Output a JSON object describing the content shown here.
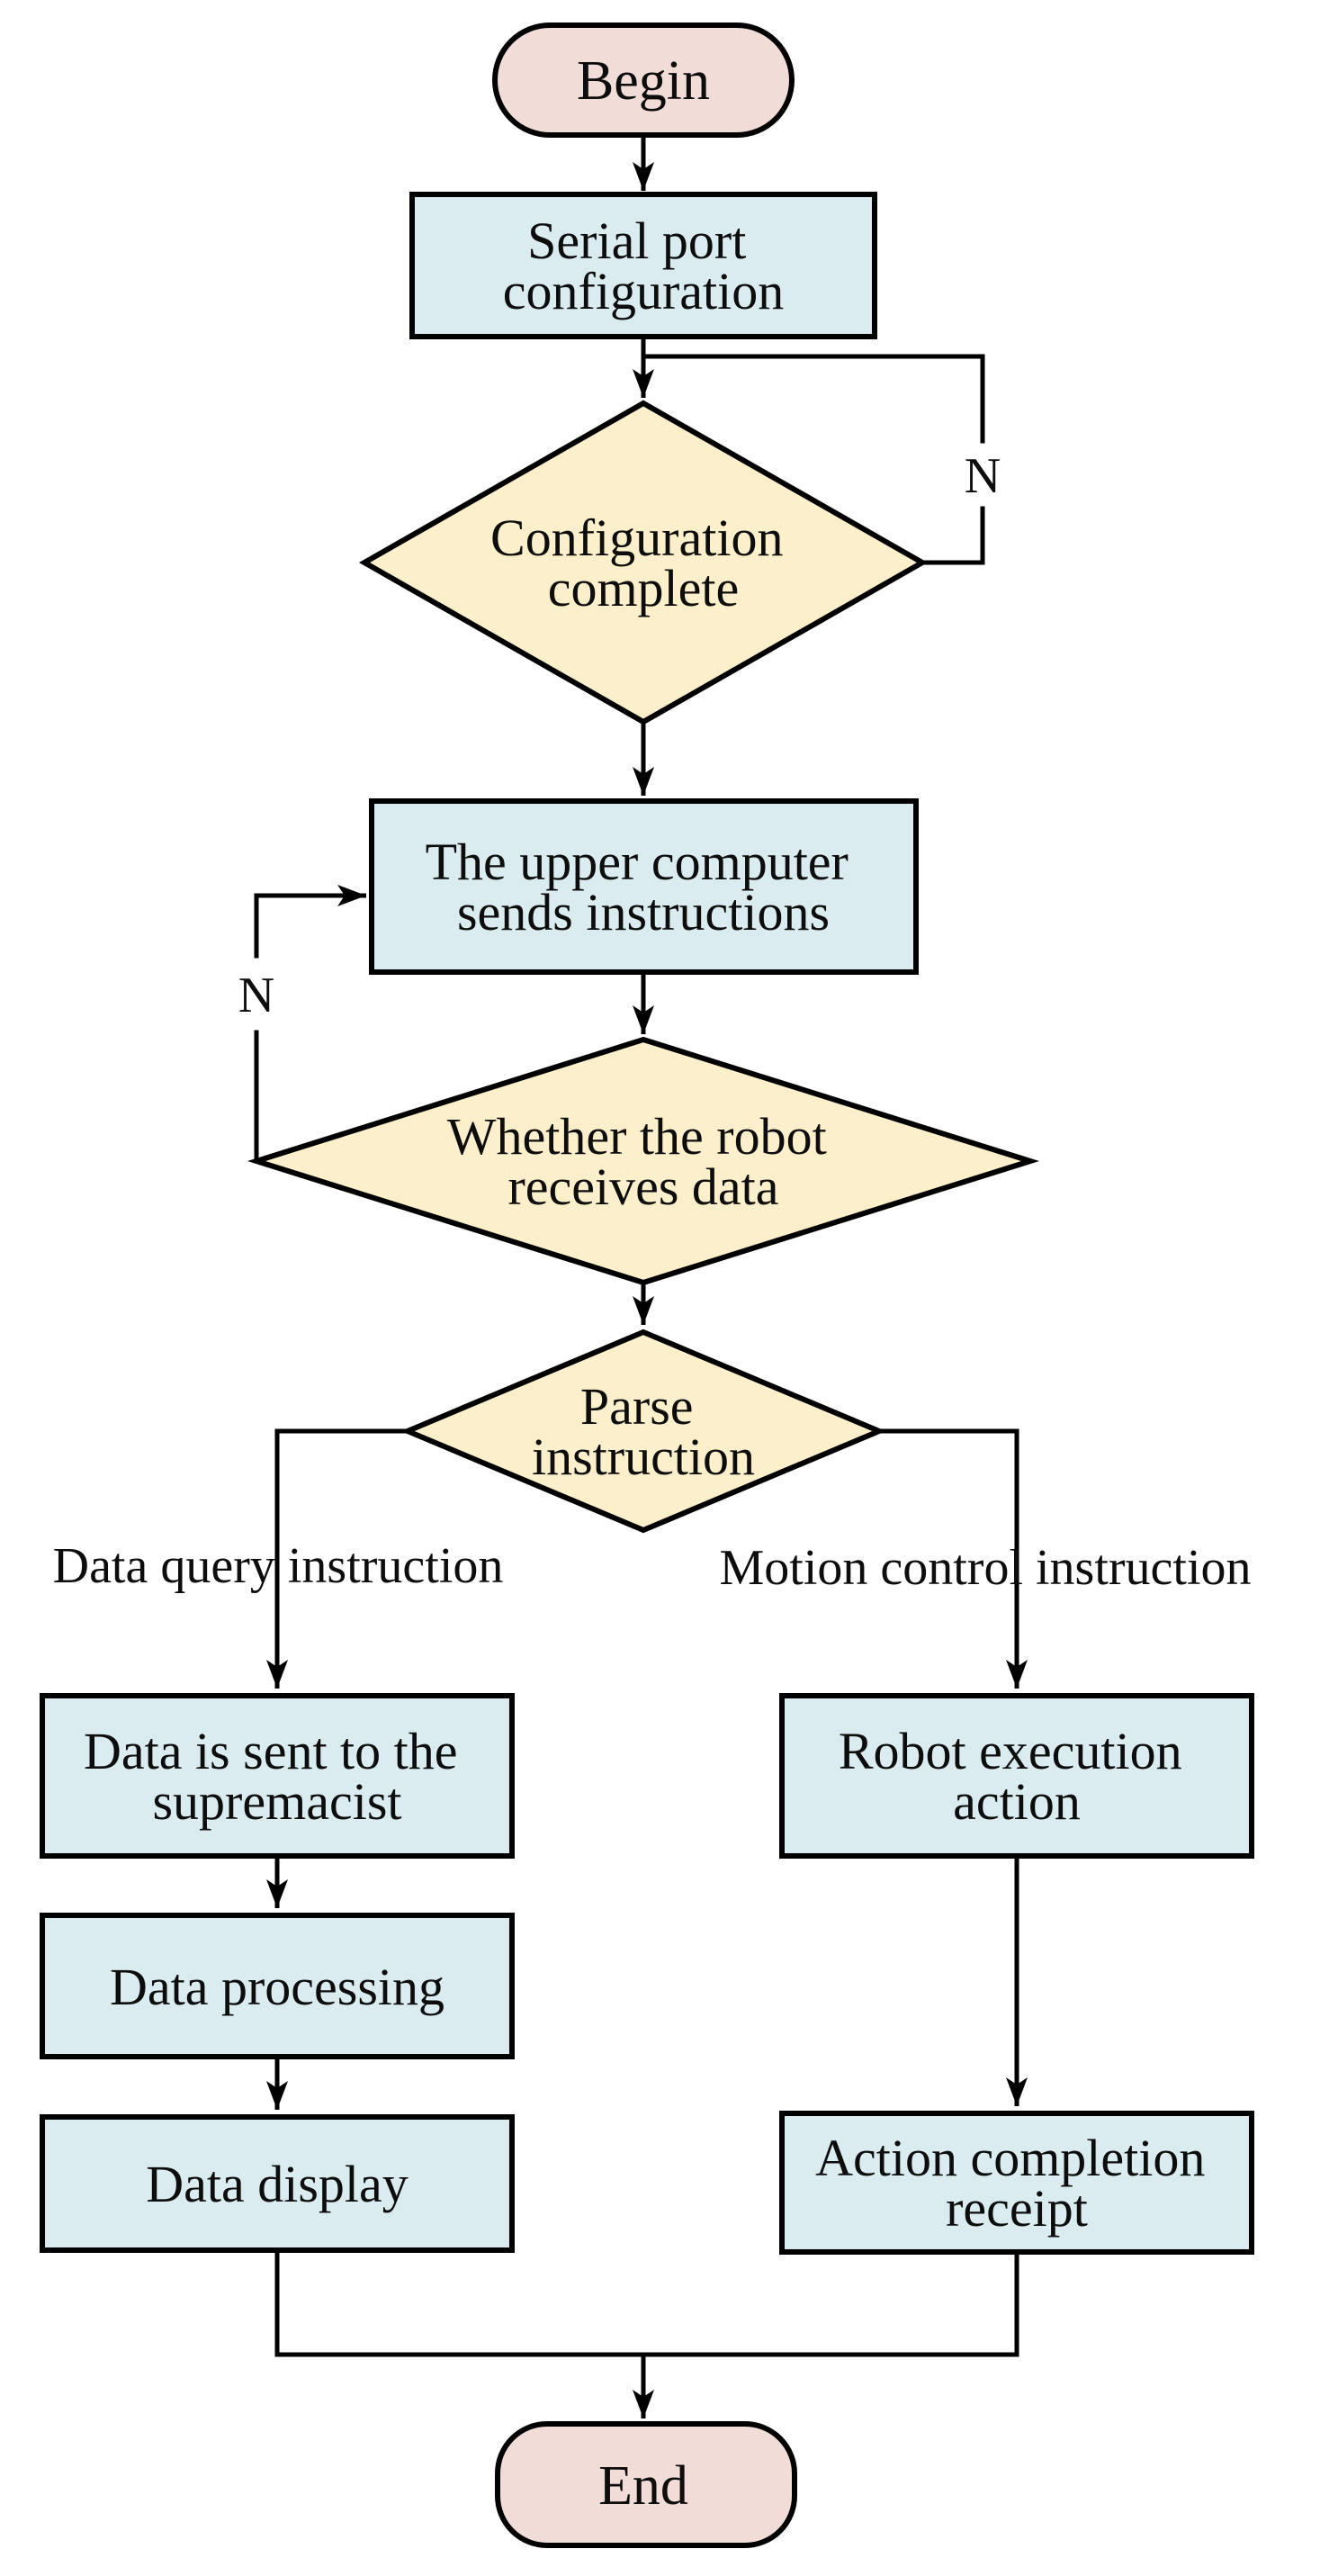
{
  "figure": {
    "background": "#ffffff",
    "stroke_color": "#000000",
    "text_color": "#0d0d0d",
    "terminal_fill": "#f2dcd8",
    "process_fill": "#daecef",
    "decision_fill": "#fcefcb"
  },
  "flowchart": {
    "nodes": {
      "begin": {
        "type": "terminal",
        "label": "Begin"
      },
      "serial": {
        "type": "process",
        "line1": "Serial port",
        "line2": "configuration"
      },
      "config": {
        "type": "decision",
        "line1": "Configuration",
        "line2": "complete"
      },
      "upper": {
        "type": "process",
        "line1": "The upper computer",
        "line2": "sends instructions"
      },
      "receives": {
        "type": "decision",
        "line1": "Whether the robot",
        "line2": "receives data"
      },
      "parse": {
        "type": "decision",
        "line1": "Parse",
        "line2": "instruction"
      },
      "send_data": {
        "type": "process",
        "line1": "Data is sent to the",
        "line2": "supremacist"
      },
      "processing": {
        "type": "process",
        "label": "Data processing"
      },
      "display": {
        "type": "process",
        "label": "Data display"
      },
      "robot": {
        "type": "process",
        "line1": "Robot execution",
        "line2": "action"
      },
      "receipt": {
        "type": "process",
        "line1": "Action completion",
        "line2": "receipt"
      },
      "end": {
        "type": "terminal",
        "label": "End"
      }
    },
    "edge_labels": {
      "config_no": "N",
      "receives_no": "N",
      "left_branch": "Data query instruction",
      "right_branch": "Motion control instruction"
    }
  }
}
